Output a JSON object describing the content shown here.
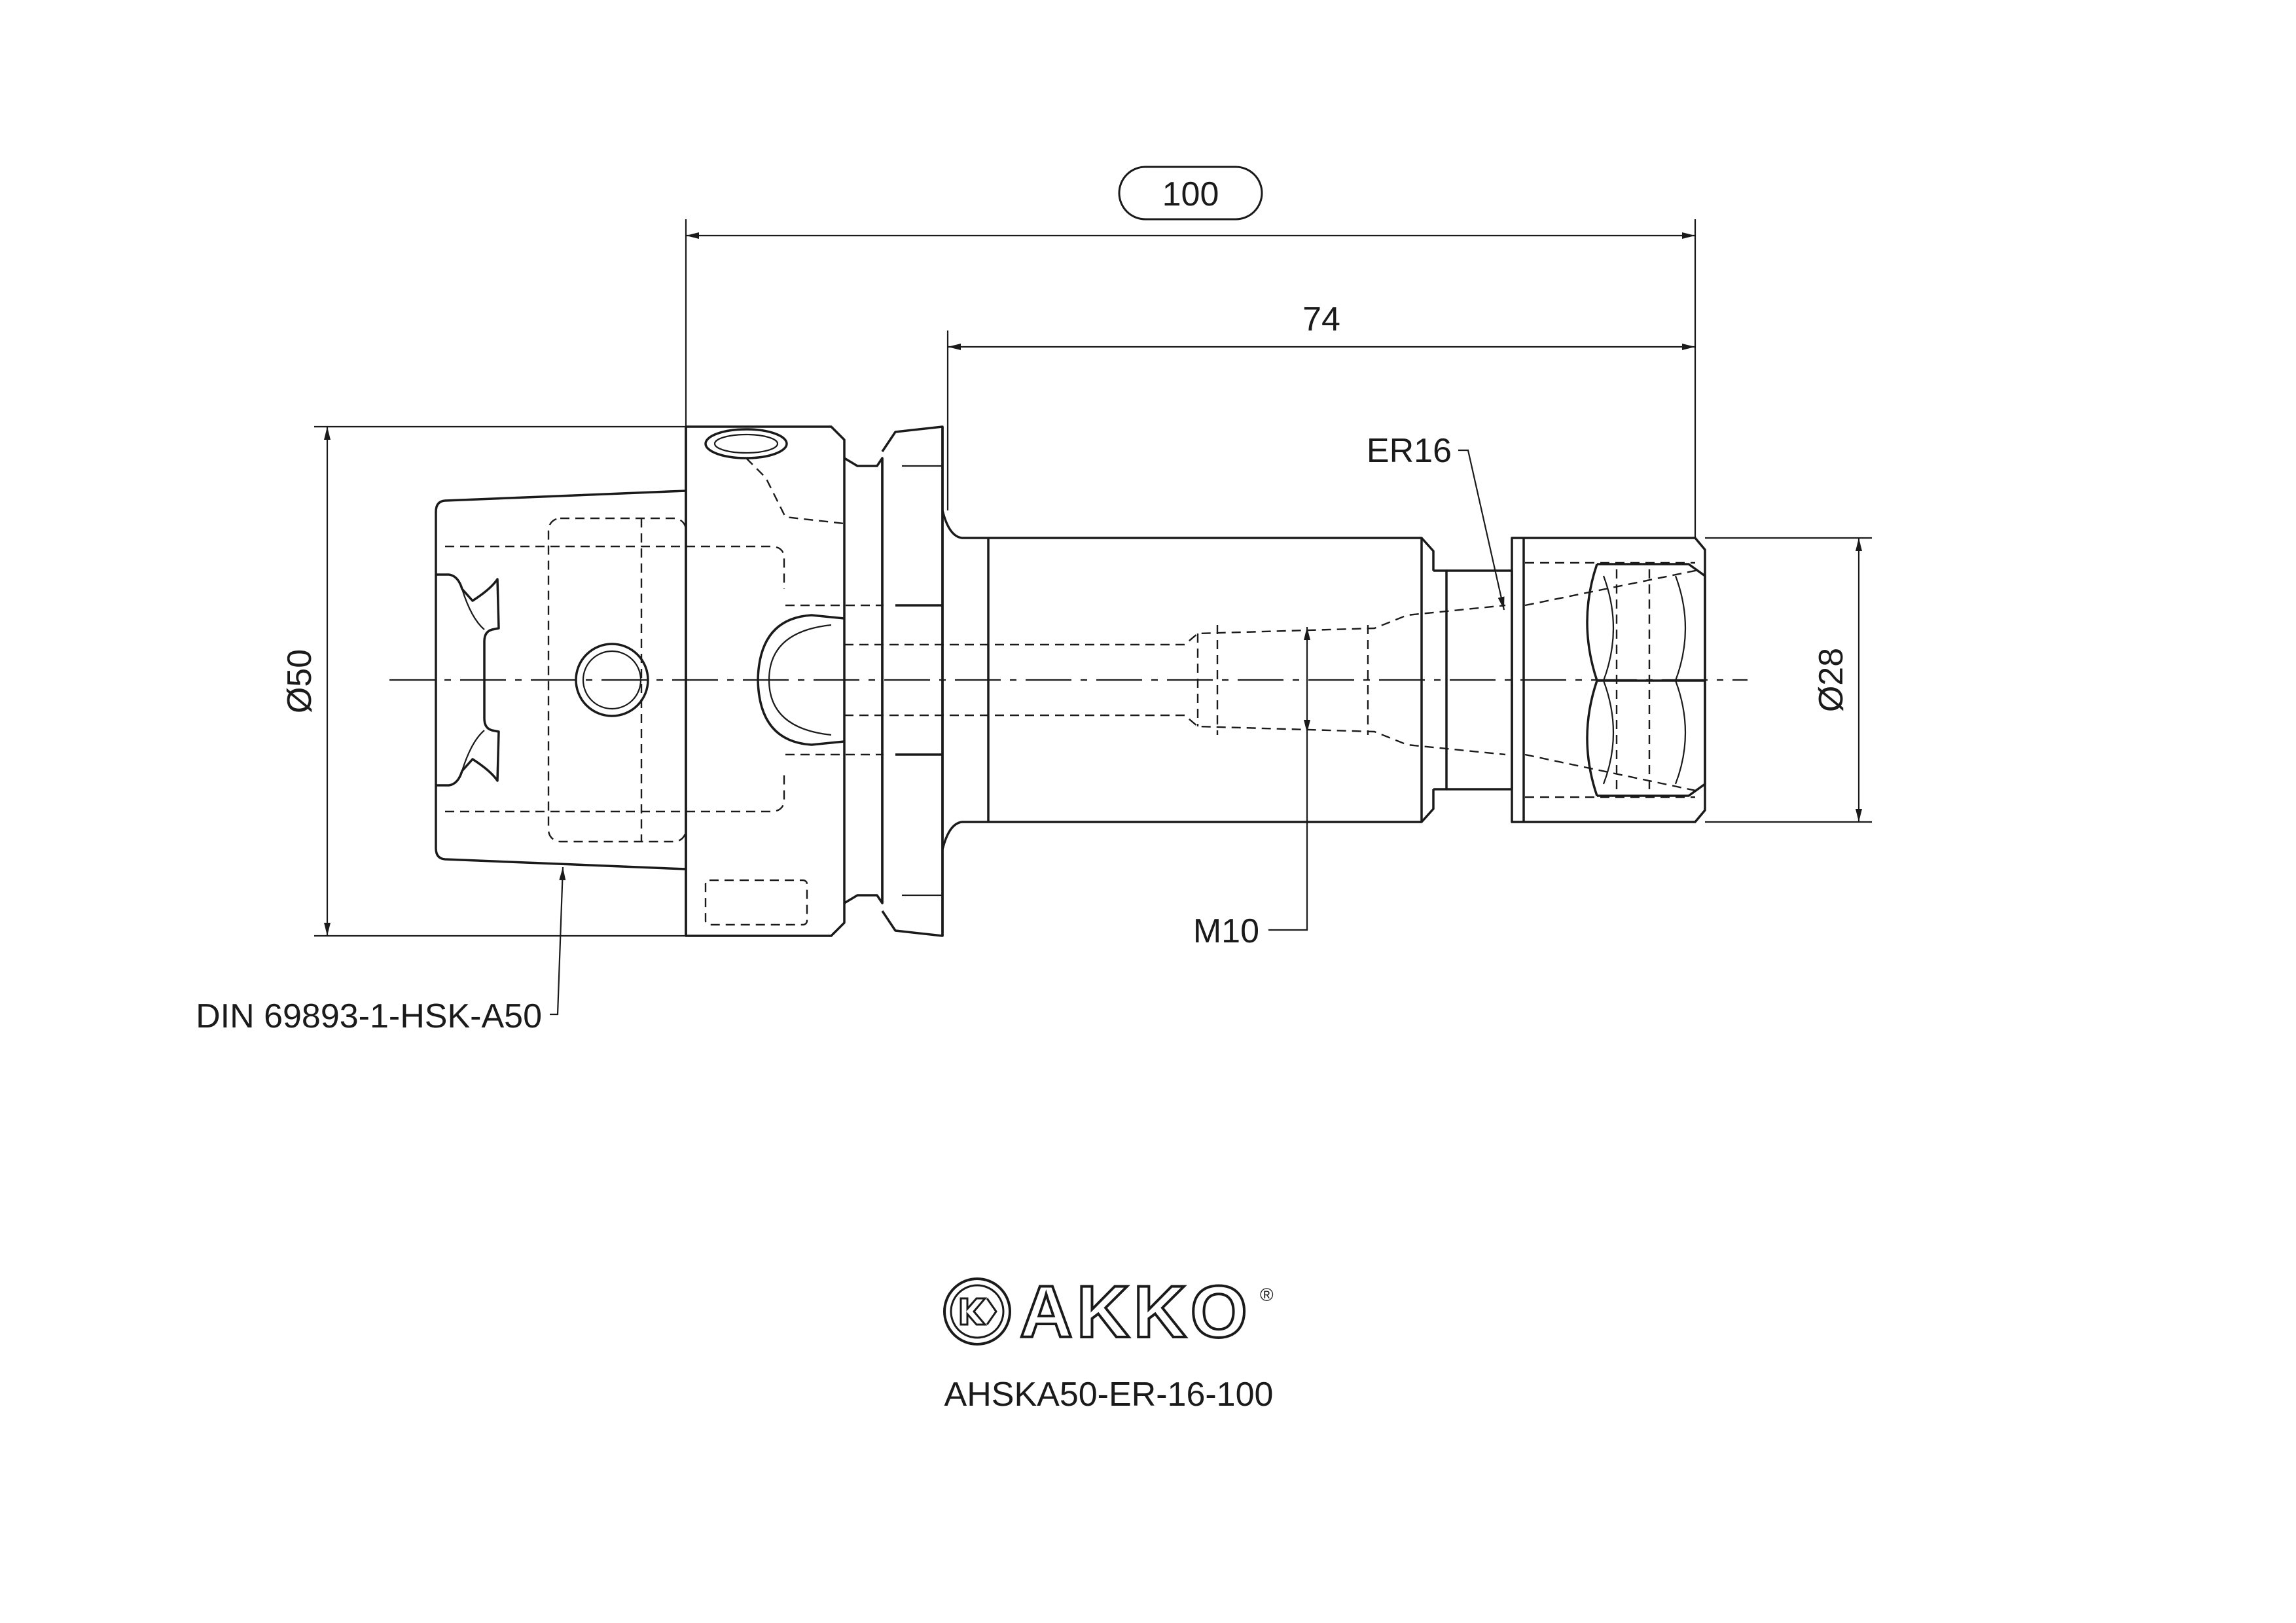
{
  "dimensions": {
    "overall_length": "100",
    "shank_length": "74",
    "flange_diameter": "Ø50",
    "nut_diameter": "Ø28"
  },
  "callouts": {
    "collet": "ER16",
    "thread": "M10",
    "taper_standard": "DIN 69893-1-HSK-A50"
  },
  "brand": {
    "name": "AKKO",
    "registered_mark": "®",
    "part_number": "AHSKA50-ER-16-100"
  }
}
